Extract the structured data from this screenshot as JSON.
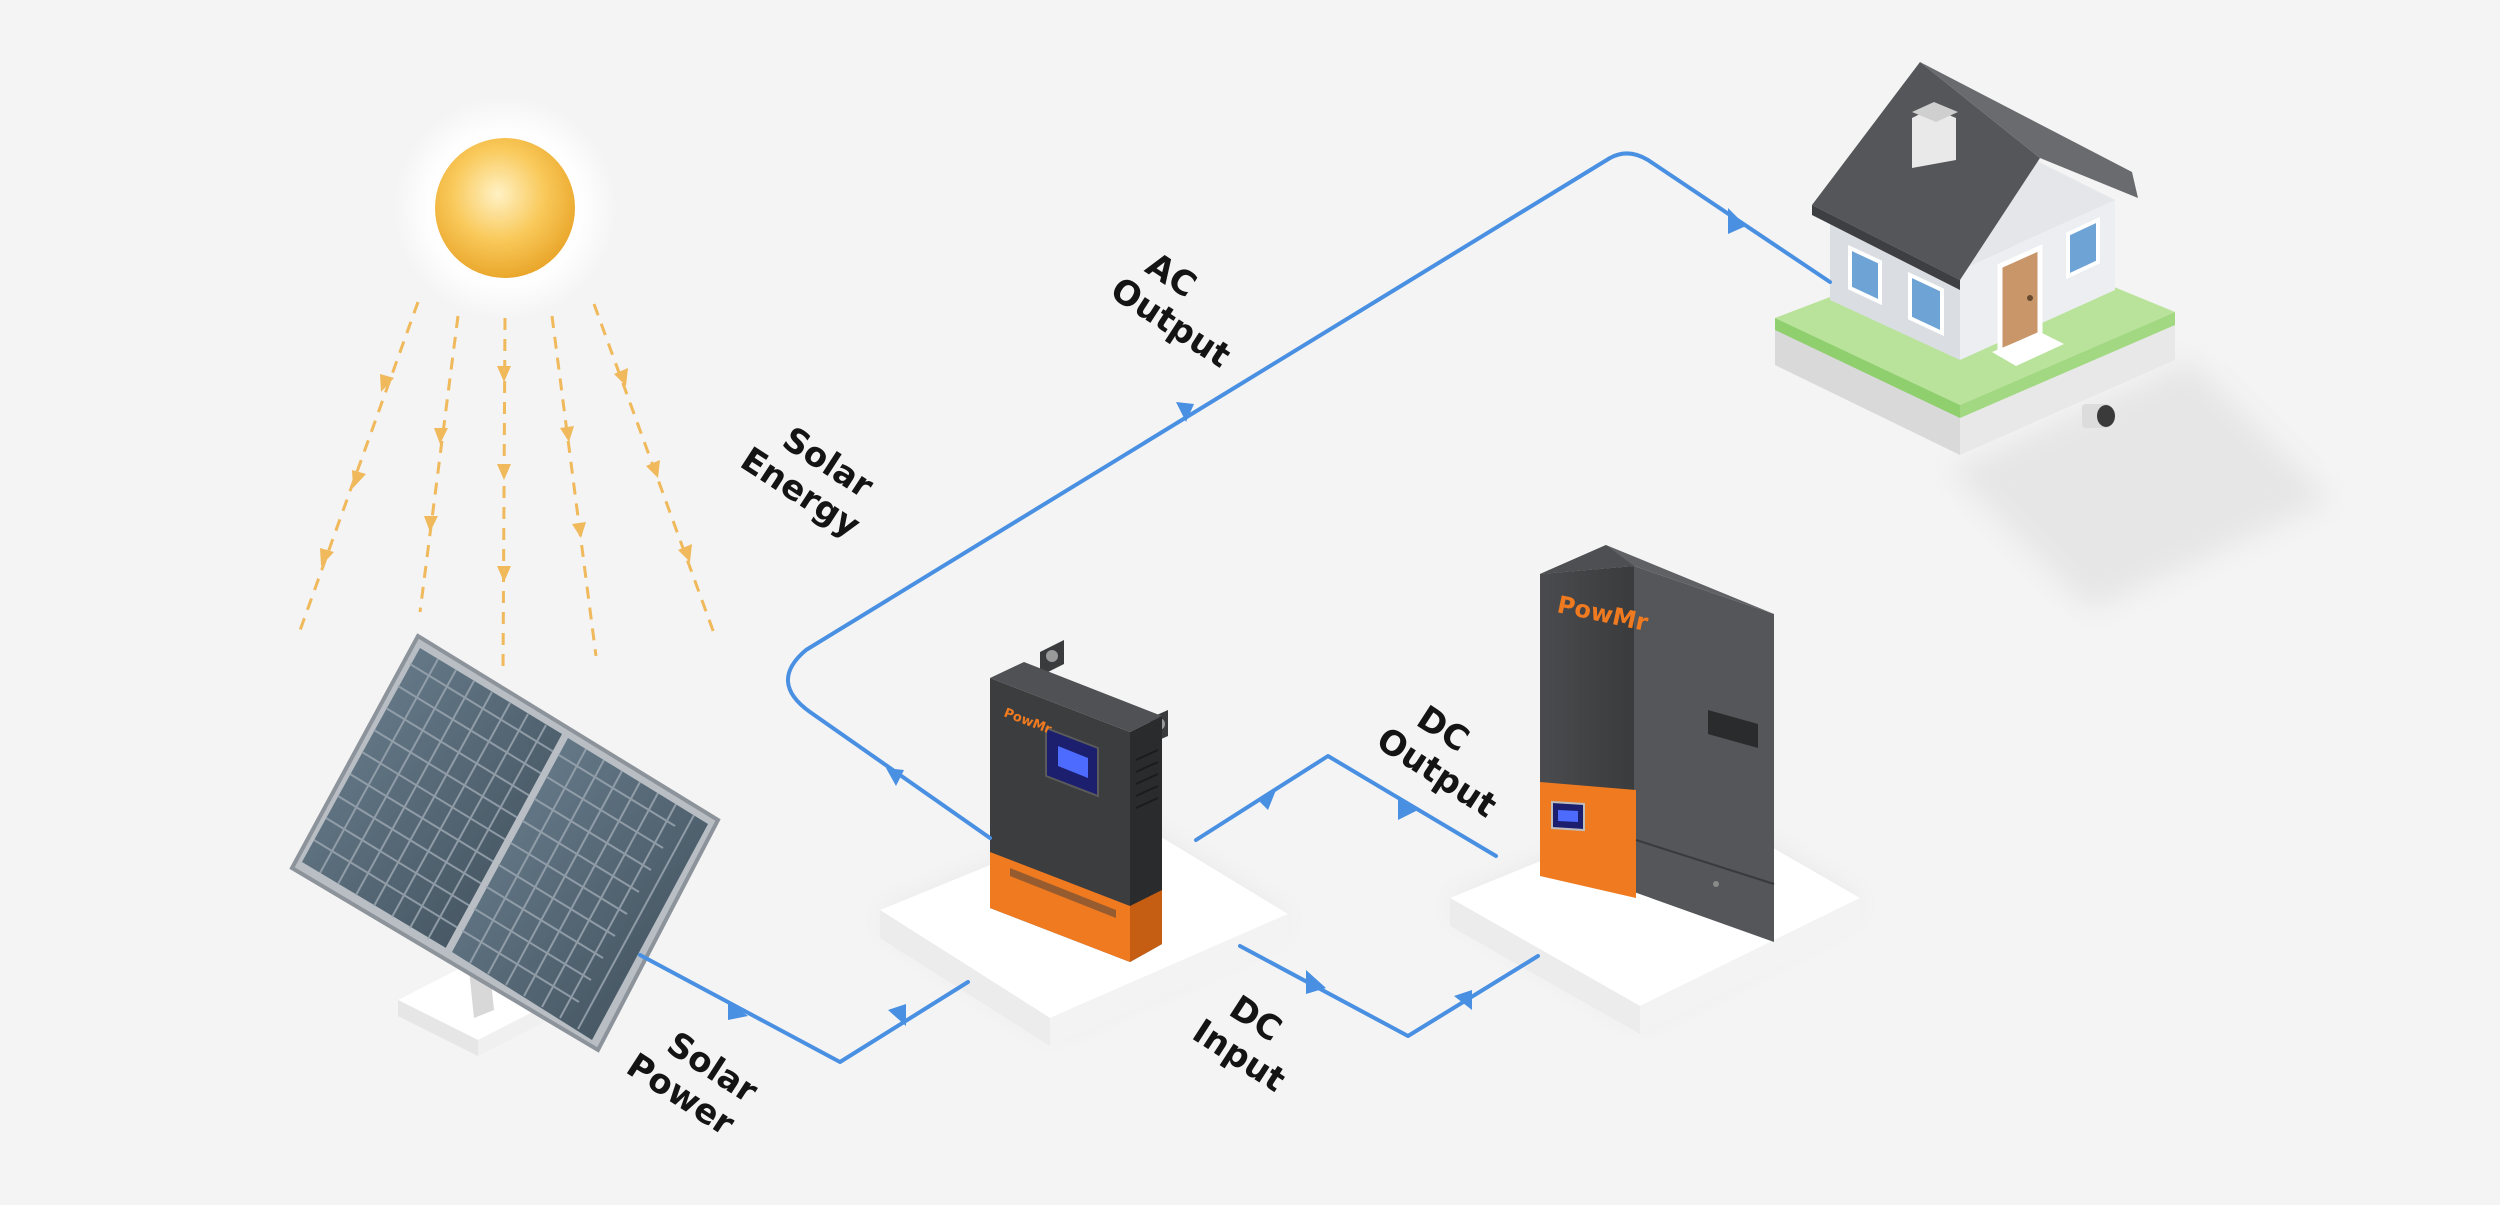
{
  "labels": {
    "ac_output": [
      "AC",
      "Output"
    ],
    "solar_energy": [
      "Solar",
      "Energy"
    ],
    "dc_output": [
      "DC",
      "Output"
    ],
    "solar_power": [
      "Solar",
      "Power"
    ],
    "dc_input": [
      "DC",
      "Input"
    ]
  },
  "brand": {
    "inverter_logo": "PowMr",
    "battery_logo": "PowMr"
  },
  "colors": {
    "flow_line": "#4a90e2",
    "sun_ray": "#efb95c",
    "accent_orange": "#f07a1f",
    "device_dark": "#3c3d3f",
    "grass": "#b9e39a"
  }
}
